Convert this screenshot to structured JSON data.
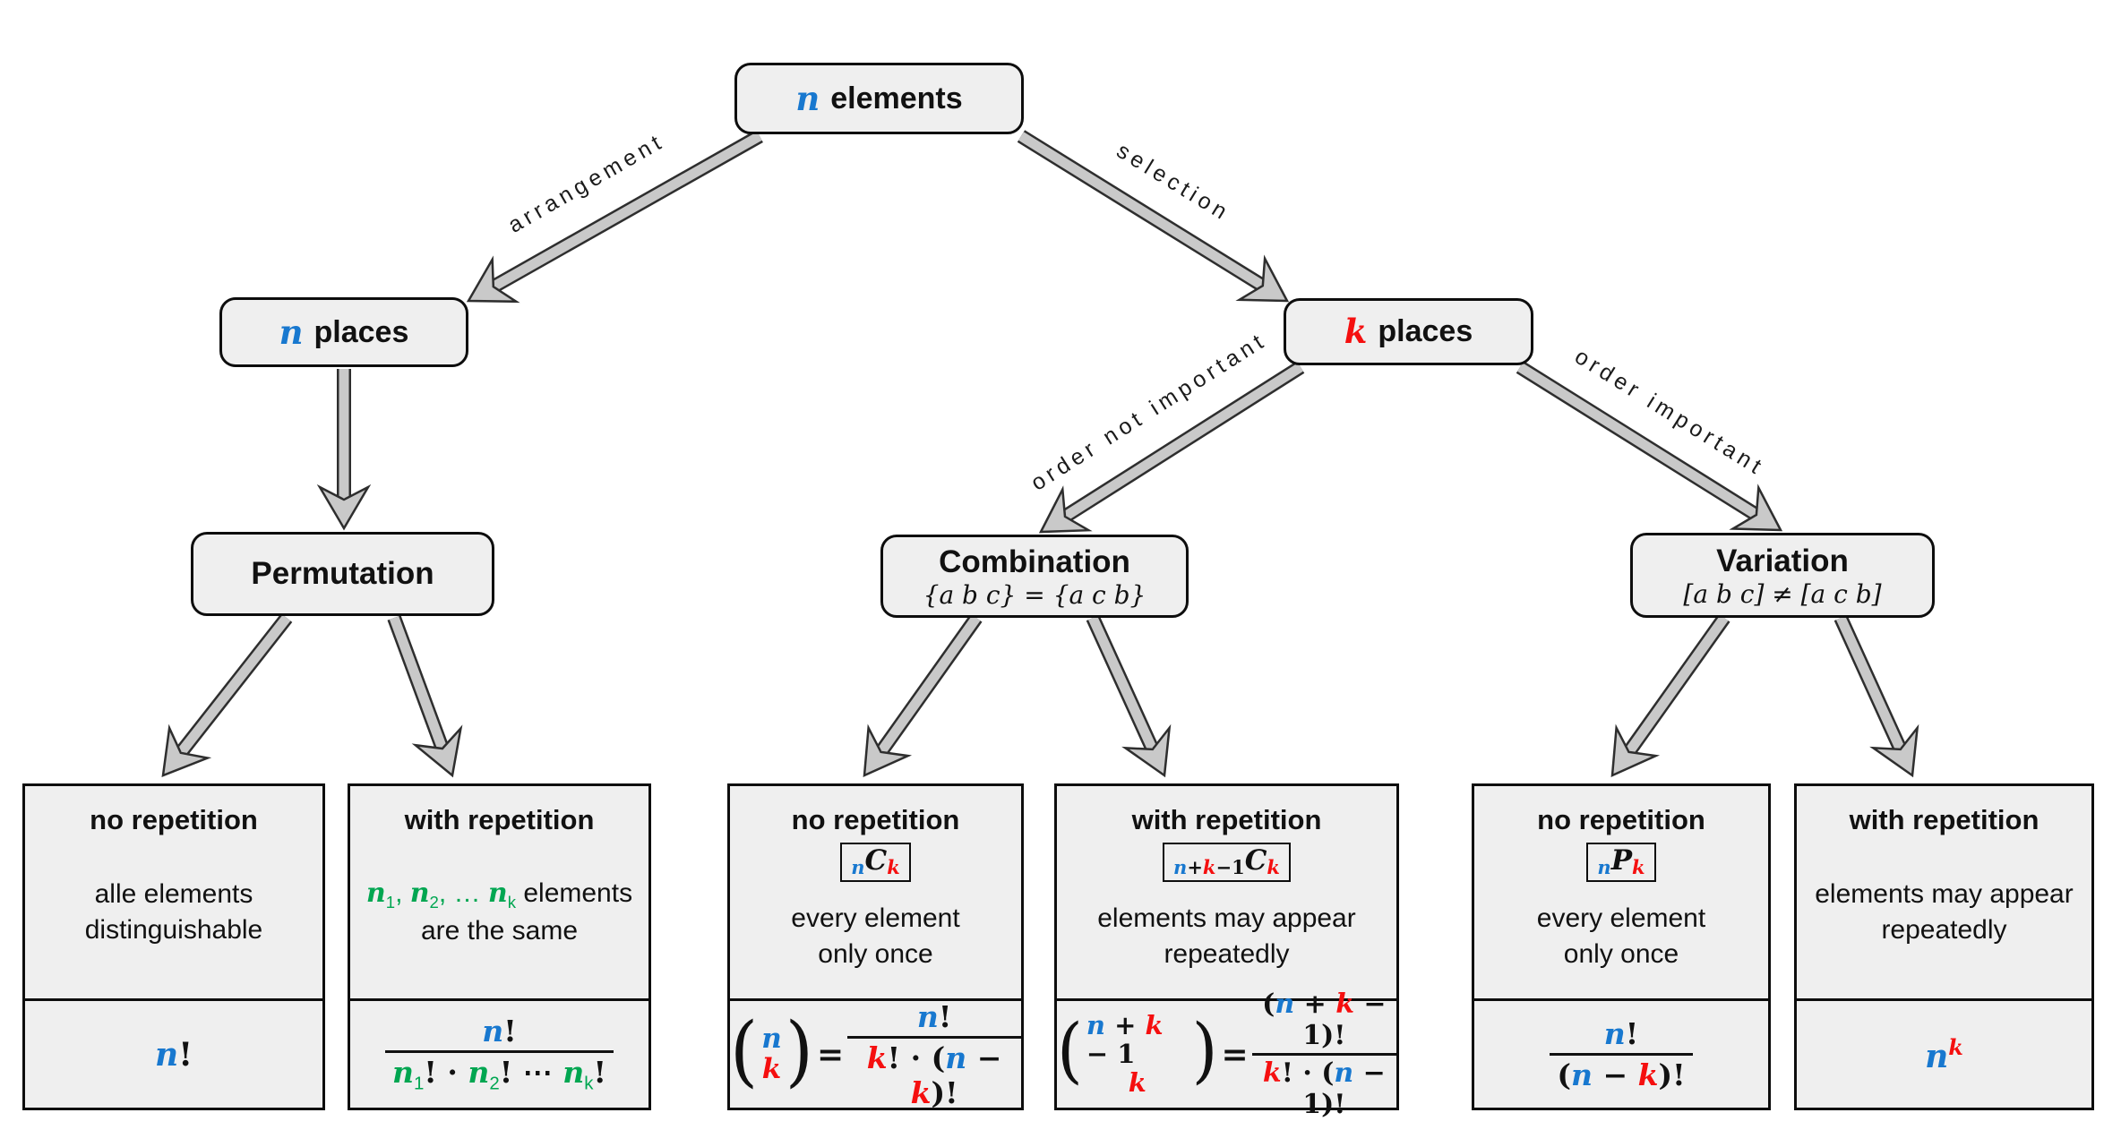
{
  "palette": {
    "blue": "#1878cf",
    "red": "#f50f0f",
    "green": "#00a651",
    "boxfill": "#efefef",
    "arrowfill": "#c9c9c9"
  },
  "nodes": {
    "root": {
      "variable": "n",
      "label": "elements"
    },
    "n_places": {
      "variable": "n",
      "label": "places"
    },
    "k_places": {
      "variable": "k",
      "label": "places"
    },
    "permutation": {
      "title": "Permutation"
    },
    "combination": {
      "title": "Combination",
      "subtitle": "{a b c} = {a c b}"
    },
    "variation": {
      "title": "Variation",
      "subtitle": "[a b c] ≠ [a c b]"
    }
  },
  "edges": {
    "arrangement": "arrangement",
    "selection": "selection",
    "order_not_important": "order not important",
    "order_important": "order important"
  },
  "leaves": [
    {
      "title": "no repetition",
      "body1": "alle elements",
      "body2": "distinguishable",
      "formula": {
        "n": "n",
        "bang": "!"
      }
    },
    {
      "title": "with repetition",
      "body": {
        "n1": "n",
        "s1": "1",
        "c1": ", ",
        "n2": "n",
        "s2": "2",
        "c2": ", … ",
        "n3": "n",
        "s3": "k",
        "rest": " elements",
        "line2": "are the same"
      },
      "formula": {
        "num_n": "n",
        "num_bang": "!",
        "d1": "n",
        "ds1": "1",
        "sep1": "! · ",
        "d2": "n",
        "ds2": "2",
        "sep2": "! ⋯ ",
        "d3": "n",
        "ds3": "k",
        "bang": "!"
      }
    },
    {
      "title": "no repetition",
      "badge": {
        "pre": "n",
        "letter": "C",
        "sub": "k"
      },
      "body1": "every element",
      "body2": "only once",
      "formula": {
        "top": "n",
        "bottom": "k",
        "eq": "=",
        "num_n": "n",
        "num_bang": "!",
        "den_k": "k",
        "den_mid": "! · (",
        "den_n": "n",
        "den_minus": " − ",
        "den_k2": "k",
        "den_end": ")!"
      }
    },
    {
      "title": "with repetition",
      "badge": {
        "pre_n": "n",
        "pre_plus": "+",
        "pre_k": "k",
        "pre_rest": "−1",
        "letter": "C",
        "sub": "k"
      },
      "body1": "elements may appear",
      "body2": "repeatedly",
      "formula": {
        "top_n": "n",
        "top_plus": " + ",
        "top_k": "k",
        "top_rest": " − 1",
        "bottom": "k",
        "eq": "=",
        "num_open": "(",
        "num_n": "n",
        "num_plus": " + ",
        "num_k": "k",
        "num_rest": " − 1)!",
        "den_k": "k",
        "den_mid": "! · (",
        "den_n": "n",
        "den_rest": " − 1)!"
      }
    },
    {
      "title": "no repetition",
      "badge": {
        "pre": "n",
        "letter": "P",
        "sub": "k"
      },
      "body1": "every element",
      "body2": "only once",
      "formula": {
        "num_n": "n",
        "num_bang": "!",
        "den_open": "(",
        "den_n": "n",
        "den_minus": " − ",
        "den_k": "k",
        "den_end": ")!"
      }
    },
    {
      "title": "with repetition",
      "body1": "elements may appear",
      "body2": "repeatedly",
      "formula": {
        "base": "n",
        "sup": "k"
      }
    }
  ]
}
